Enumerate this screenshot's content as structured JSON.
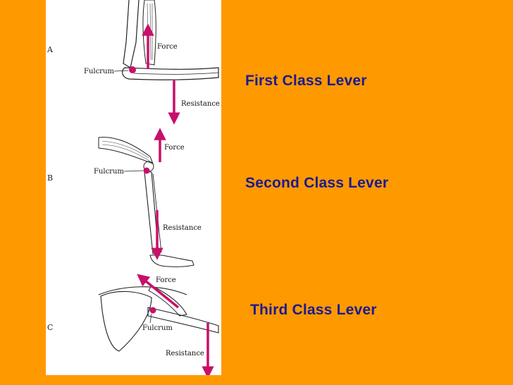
{
  "slide": {
    "labels": {
      "first": "First Class Lever",
      "second": "Second Class Lever",
      "third": "Third Class Lever"
    }
  },
  "figure": {
    "panel_a": {
      "letter": "A",
      "force": "Force",
      "fulcrum": "Fulcrum",
      "resistance": "Resistance"
    },
    "panel_b": {
      "letter": "B",
      "force": "Force",
      "fulcrum": "Fulcrum",
      "resistance": "Resistance"
    },
    "panel_c": {
      "letter": "C",
      "force": "Force",
      "fulcrum": "Fulcrum",
      "resistance": "Resistance"
    }
  },
  "colors": {
    "background": "#FF9900",
    "label_text": "#1B1B8F",
    "arrow": "#C8106A",
    "panel": "#FFFFFF"
  }
}
